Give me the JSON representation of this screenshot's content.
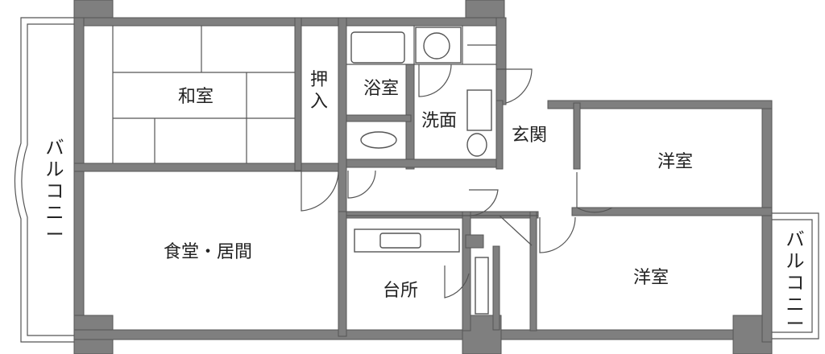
{
  "rooms": {
    "washitsu": "和室",
    "oshiire_1": "押",
    "oshiire_2": "入",
    "yokushitsu": "浴室",
    "senmen": "洗面",
    "genkan": "玄関",
    "yoshitsu_north": "洋室",
    "yoshitsu_south": "洋室",
    "shokudo_ima": "食堂・居間",
    "daidokoro": "台所"
  },
  "balconies": {
    "west": [
      "バ",
      "ル",
      "コ",
      "ニ",
      "ー"
    ],
    "east": [
      "バ",
      "ル",
      "コ",
      "ニ",
      "ー"
    ]
  },
  "colors": {
    "wall": "#7f7f7f",
    "line": "#555555",
    "text": "#222222"
  }
}
